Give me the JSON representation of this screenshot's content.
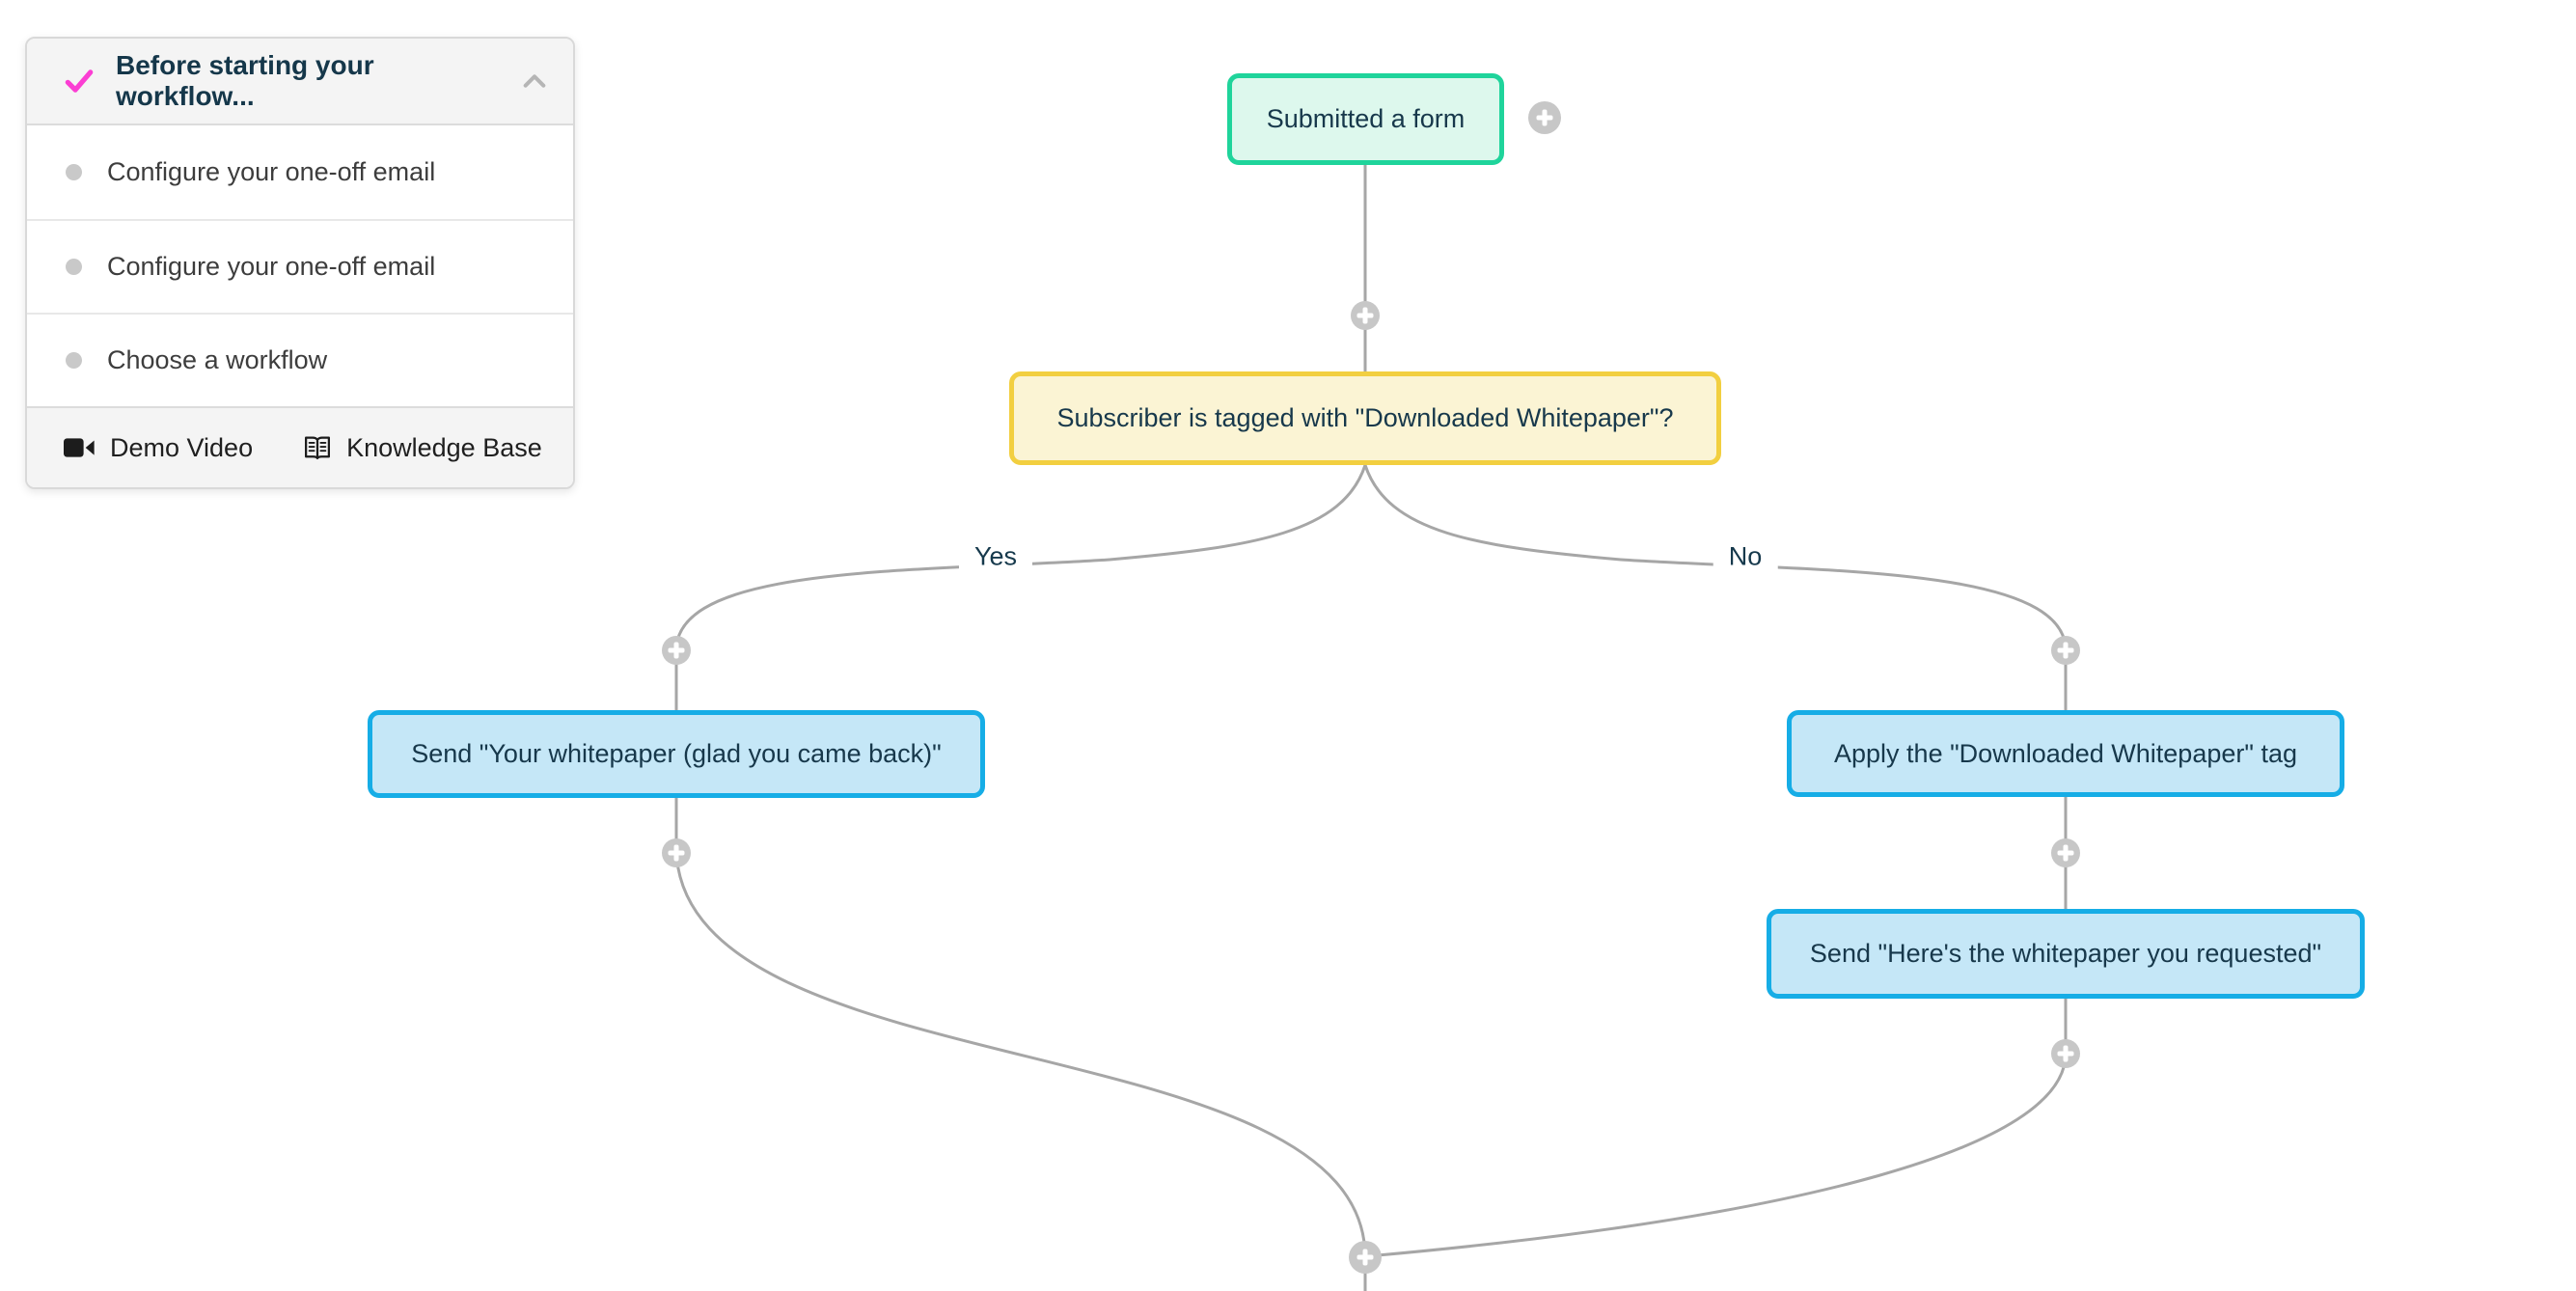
{
  "checklist": {
    "title": "Before starting your workflow...",
    "items": [
      "Configure your one-off email",
      "Configure your one-off email",
      "Choose a workflow"
    ],
    "footer": {
      "demo_video": "Demo Video",
      "knowledge_base": "Knowledge Base"
    },
    "icons": {
      "header": "check-icon",
      "collapse": "chevron-up-icon",
      "item_bullet": "dot-icon",
      "demo_video": "video-camera-icon",
      "knowledge_base": "open-book-icon"
    }
  },
  "workflow": {
    "trigger": {
      "label": "Submitted a form"
    },
    "condition": {
      "label": "Subscriber is tagged with \"Downloaded Whitepaper\"?"
    },
    "yes_branch": {
      "label": "Yes",
      "action1": "Send \"Your whitepaper (glad you came back)\""
    },
    "no_branch": {
      "label": "No",
      "action1": "Apply the \"Downloaded Whitepaper\" tag",
      "action2": "Send \"Here's the whitepaper you requested\""
    },
    "plus_icon": "plus-icon",
    "colors": {
      "trigger_border": "#1fd49b",
      "trigger_fill": "#ddf8ed",
      "condition_border": "#f2cf40",
      "condition_fill": "#fbf4d4",
      "action_border": "#16ade6",
      "action_fill": "#c5e7f7",
      "node_text": "#17384b",
      "connector": "#a6a6a6",
      "plus_button": "#c7c7c7",
      "checkmark": "#fb3ed3"
    }
  }
}
